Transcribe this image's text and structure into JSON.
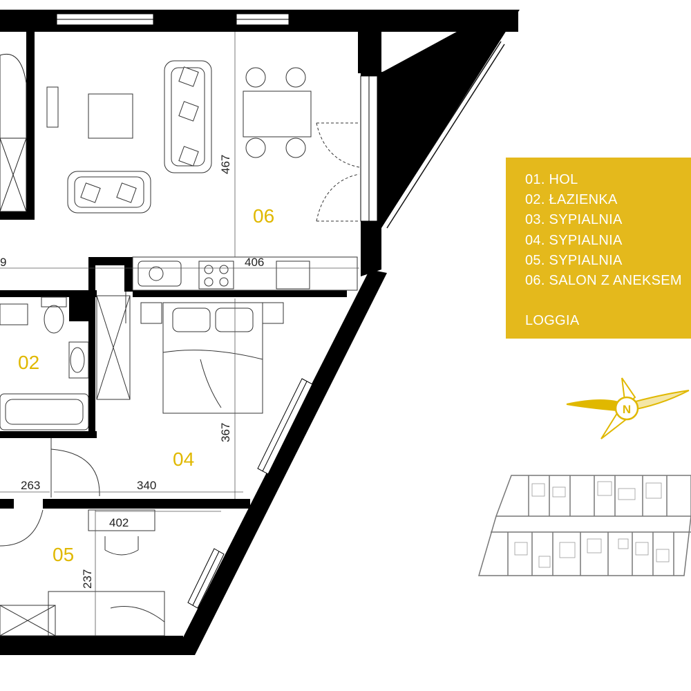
{
  "colors": {
    "accent": "#e4b91c",
    "wall": "#000000",
    "room_label": "#e0b800"
  },
  "rooms": [
    {
      "id": "02",
      "label": "02"
    },
    {
      "id": "04",
      "label": "04"
    },
    {
      "id": "05",
      "label": "05"
    },
    {
      "id": "06",
      "label": "06"
    }
  ],
  "dimensions": {
    "salon_height": "467",
    "salon_width": "406",
    "partial_left": "9",
    "bedroom4_height": "367",
    "bedroom4_width": "340",
    "left_width": "263",
    "bedroom5_width": "402",
    "bedroom5_height": "237"
  },
  "legend": {
    "items": [
      "01. HOL",
      "02. ŁAZIENKA",
      "03. SYPIALNIA",
      "04. SYPIALNIA",
      "05. SYPIALNIA",
      "06. SALON Z ANEKSEM"
    ],
    "loggia": "LOGGIA"
  },
  "compass": {
    "letter": "N",
    "icon": "compass-rose-icon"
  },
  "keyplan": {
    "icon": "building-key-plan-icon"
  }
}
